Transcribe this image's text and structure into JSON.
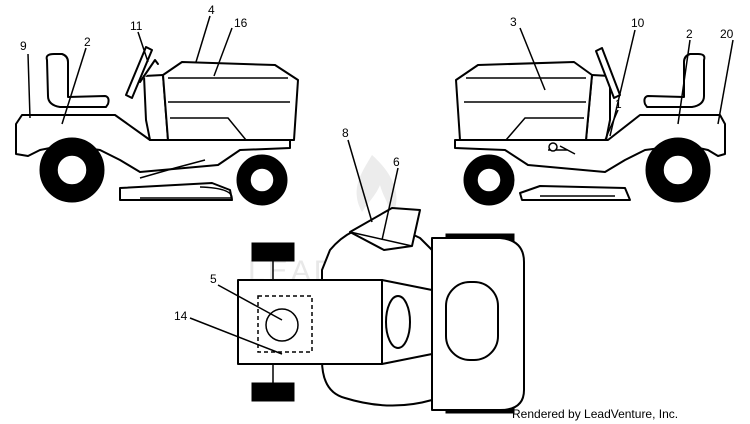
{
  "callouts": [
    "9",
    "2",
    "11",
    "4",
    "16",
    "3",
    "10",
    "2",
    "20",
    "1",
    "8",
    "6",
    "5",
    "14"
  ],
  "watermark": "LEADVENTURE",
  "credit": "Rendered by LeadVenture, Inc.",
  "colors": {
    "line": "#000000",
    "background": "#ffffff",
    "watermark": "#e8e8e8"
  }
}
